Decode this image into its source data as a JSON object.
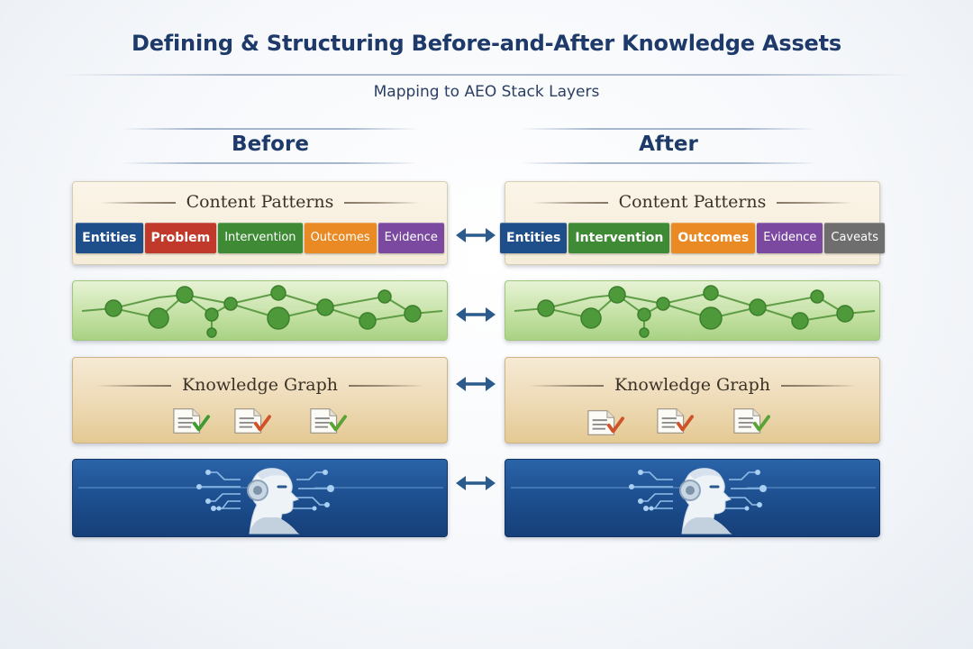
{
  "title": "Defining & Structuring Before-and-After Knowledge Assets",
  "subtitle": "Mapping to AEO Stack Layers",
  "before": {
    "heading": "Before",
    "patterns_heading": "Content Patterns",
    "chips": [
      {
        "label": "Entities",
        "color": "#1f4f8a"
      },
      {
        "label": "Problem",
        "color": "#c0392b"
      },
      {
        "label": "Intervention",
        "color": "#3e8a35"
      },
      {
        "label": "Outcomes",
        "color": "#e98a25"
      },
      {
        "label": "Evidence",
        "color": "#7b4aa0"
      }
    ],
    "graph_heading": "Knowledge Graph",
    "doc_checks": [
      "#3f9a2f",
      "#d0522a",
      "#5aa335"
    ]
  },
  "after": {
    "heading": "After",
    "patterns_heading": "Content Patterns",
    "chips": [
      {
        "label": "Entities",
        "color": "#1f4f8a"
      },
      {
        "label": "Intervention",
        "color": "#3e8a35"
      },
      {
        "label": "Outcomes",
        "color": "#e98a25"
      },
      {
        "label": "Evidence",
        "color": "#7b4aa0"
      },
      {
        "label": "Caveats",
        "color": "#6e6e6e"
      }
    ],
    "graph_heading": "Knowledge Graph",
    "doc_checks": [
      "#d0522a",
      "#d0522a",
      "#5aa335"
    ]
  },
  "icons": {
    "connector": "double-arrow-icon",
    "document": "document-check-icon",
    "ai": "ai-head-circuit-icon",
    "network": "node-network-icon"
  },
  "colors": {
    "arrow": "#2b5a8c",
    "node": "#4e9a3a",
    "node_dark": "#3c8a2c",
    "link": "#5f9e46"
  }
}
